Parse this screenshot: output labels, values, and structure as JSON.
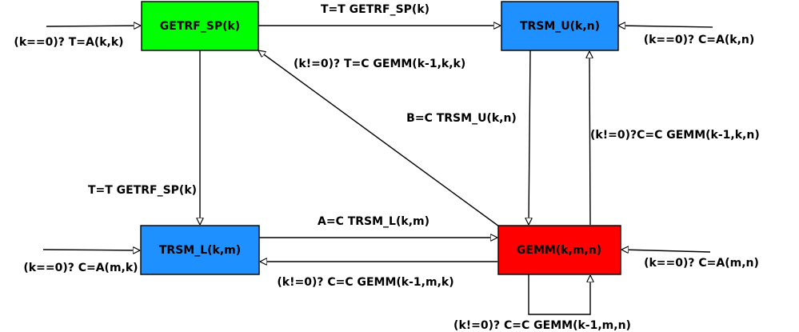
{
  "colors": {
    "getrf": "#00ff00",
    "trsm": "#1e90ff",
    "gemm": "#ff0000",
    "stroke": "#000000",
    "background": "#ffffff"
  },
  "nodes": {
    "getrf": {
      "label": "GETRF_SP(k)"
    },
    "trsm_u": {
      "label": "TRSM_U(k,n)"
    },
    "trsm_l": {
      "label": "TRSM_L(k,m)"
    },
    "gemm": {
      "label": "GEMM(k,m,n)"
    }
  },
  "edges": {
    "getrf_to_trsm_u": "T=T GETRF_SP(k)",
    "getrf_to_trsm_l": "T=T GETRF_SP(k)",
    "gemm_to_getrf": "(k!=0)? T=C GEMM(k-1,k,k)",
    "trsm_u_to_gemm": "B=C TRSM_U(k,n)",
    "gemm_to_trsm_u": "(k!=0)?C=C GEMM(k-1,k,n)",
    "trsm_l_to_gemm": "A=C TRSM_L(k,m)",
    "gemm_to_trsm_l": "(k!=0)? C=C GEMM(k-1,m,k)",
    "gemm_self": "(k!=0)? C=C GEMM(k-1,m,n)",
    "init_getrf": "(k==0)? T=A(k,k)",
    "init_trsm_u": "(k==0)? C=A(k,n)",
    "init_trsm_l": "(k==0)? C=A(m,k)",
    "init_gemm": "(k==0)? C=A(m,n)"
  }
}
